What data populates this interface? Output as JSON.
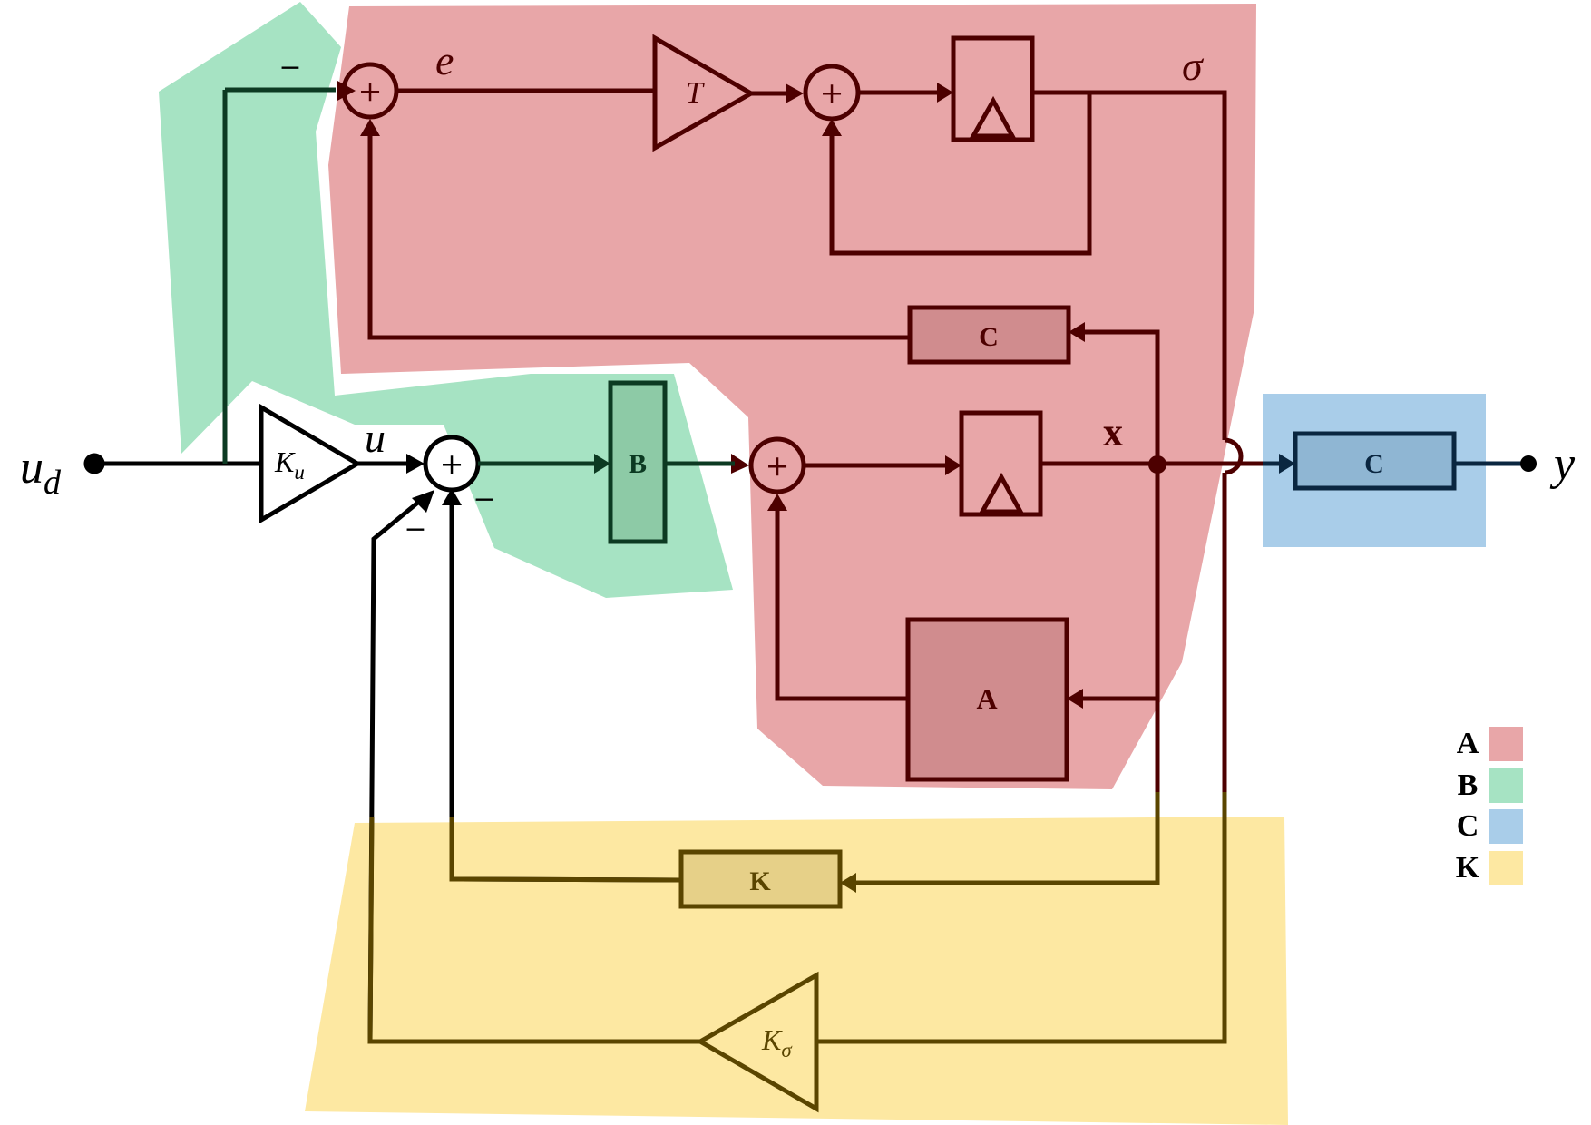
{
  "colors": {
    "A": "#e8a6a8",
    "B": "#a6e3c3",
    "C": "#a9cde9",
    "K": "#fde8a2",
    "A_block": "#d08c8e",
    "B_block": "#8dcaa6",
    "C_block": "#8fb6d3",
    "K_block": "#e6d088",
    "A_line": "#4d0000",
    "B_line": "#0c3a22",
    "C_line": "#0a2640",
    "K_line": "#5a4500",
    "black": "#000000"
  },
  "labels": {
    "ud_base": "u",
    "ud_sub": "d",
    "y": "y",
    "u": "u",
    "e": "e",
    "sigma": "σ",
    "x": "x",
    "minus": "−",
    "plus": "+"
  },
  "gains": {
    "ku_base": "K",
    "ku_sub": "u",
    "ksigma_base": "K",
    "ksigma_sub": "σ",
    "t": "T"
  },
  "blocks": {
    "b": "B",
    "c_top": "C",
    "c_out": "C",
    "a": "A",
    "k": "K"
  },
  "legend": [
    {
      "label": "A",
      "color": "#e8a6a8"
    },
    {
      "label": "B",
      "color": "#a6e3c3"
    },
    {
      "label": "C",
      "color": "#a9cde9"
    },
    {
      "label": "K",
      "color": "#fde8a2"
    }
  ]
}
